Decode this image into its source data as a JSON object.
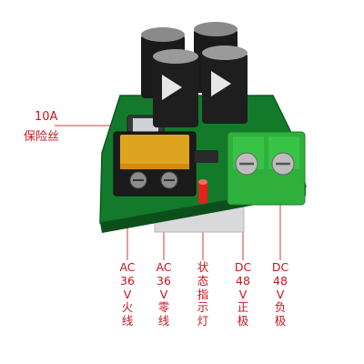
{
  "fuse": {
    "rating": "10A",
    "name": "保险丝"
  },
  "terminals": [
    {
      "lines": [
        "AC",
        "36",
        "V",
        "火",
        "线"
      ]
    },
    {
      "lines": [
        "AC",
        "36",
        "V",
        "零",
        "线"
      ]
    },
    {
      "lines": [
        "状",
        "态",
        "指",
        "示",
        "灯"
      ]
    },
    {
      "lines": [
        "DC",
        "48",
        "V",
        "正",
        "极"
      ]
    },
    {
      "lines": [
        "DC",
        "48",
        "V",
        "负",
        "极"
      ]
    }
  ],
  "colors": {
    "label": "#c8141c",
    "pcb": "#137a2c",
    "terminal_green": "#2fb03c",
    "fuse_amber": "#f0b020",
    "led_red": "#e2231c",
    "capacitor": "#1a1a1a"
  }
}
